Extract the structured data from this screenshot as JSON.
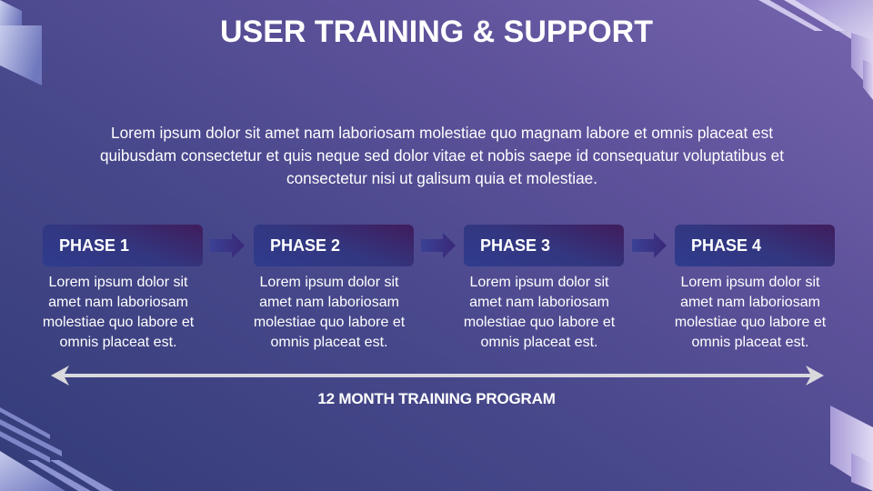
{
  "slide": {
    "title": "USER TRAINING & SUPPORT",
    "intro": "Lorem ipsum dolor sit amet nam laboriosam molestiae quo magnam labore et omnis placeat est quibusdam consectetur et quis neque sed dolor vitae et nobis saepe id consequatur voluptatibus et consectetur nisi ut galisum quia et molestiae.",
    "phases": [
      {
        "label": "PHASE 1",
        "description": "Lorem ipsum dolor sit amet nam laboriosam molestiae quo labore et omnis placeat est."
      },
      {
        "label": "PHASE 2",
        "description": "Lorem ipsum dolor sit amet nam laboriosam molestiae quo labore et omnis placeat est."
      },
      {
        "label": "PHASE 3",
        "description": "Lorem ipsum dolor sit amet nam laboriosam molestiae quo labore et omnis placeat est."
      },
      {
        "label": "PHASE 4",
        "description": "Lorem ipsum dolor sit amet nam laboriosam molestiae quo labore et omnis placeat est."
      }
    ],
    "timeline": {
      "label": "12 MONTH TRAINING PROGRAM",
      "arrow_icon": "double-headed-arrow"
    },
    "connector_icon": "right-arrow",
    "colors": {
      "background_top_right": "#7664ad",
      "background_bottom_left": "#343c79",
      "phase_box_start": "#2f3c8e",
      "phase_box_end": "#401c5c",
      "timeline_arrow": "#d9d9dd",
      "text": "#ffffff"
    }
  }
}
